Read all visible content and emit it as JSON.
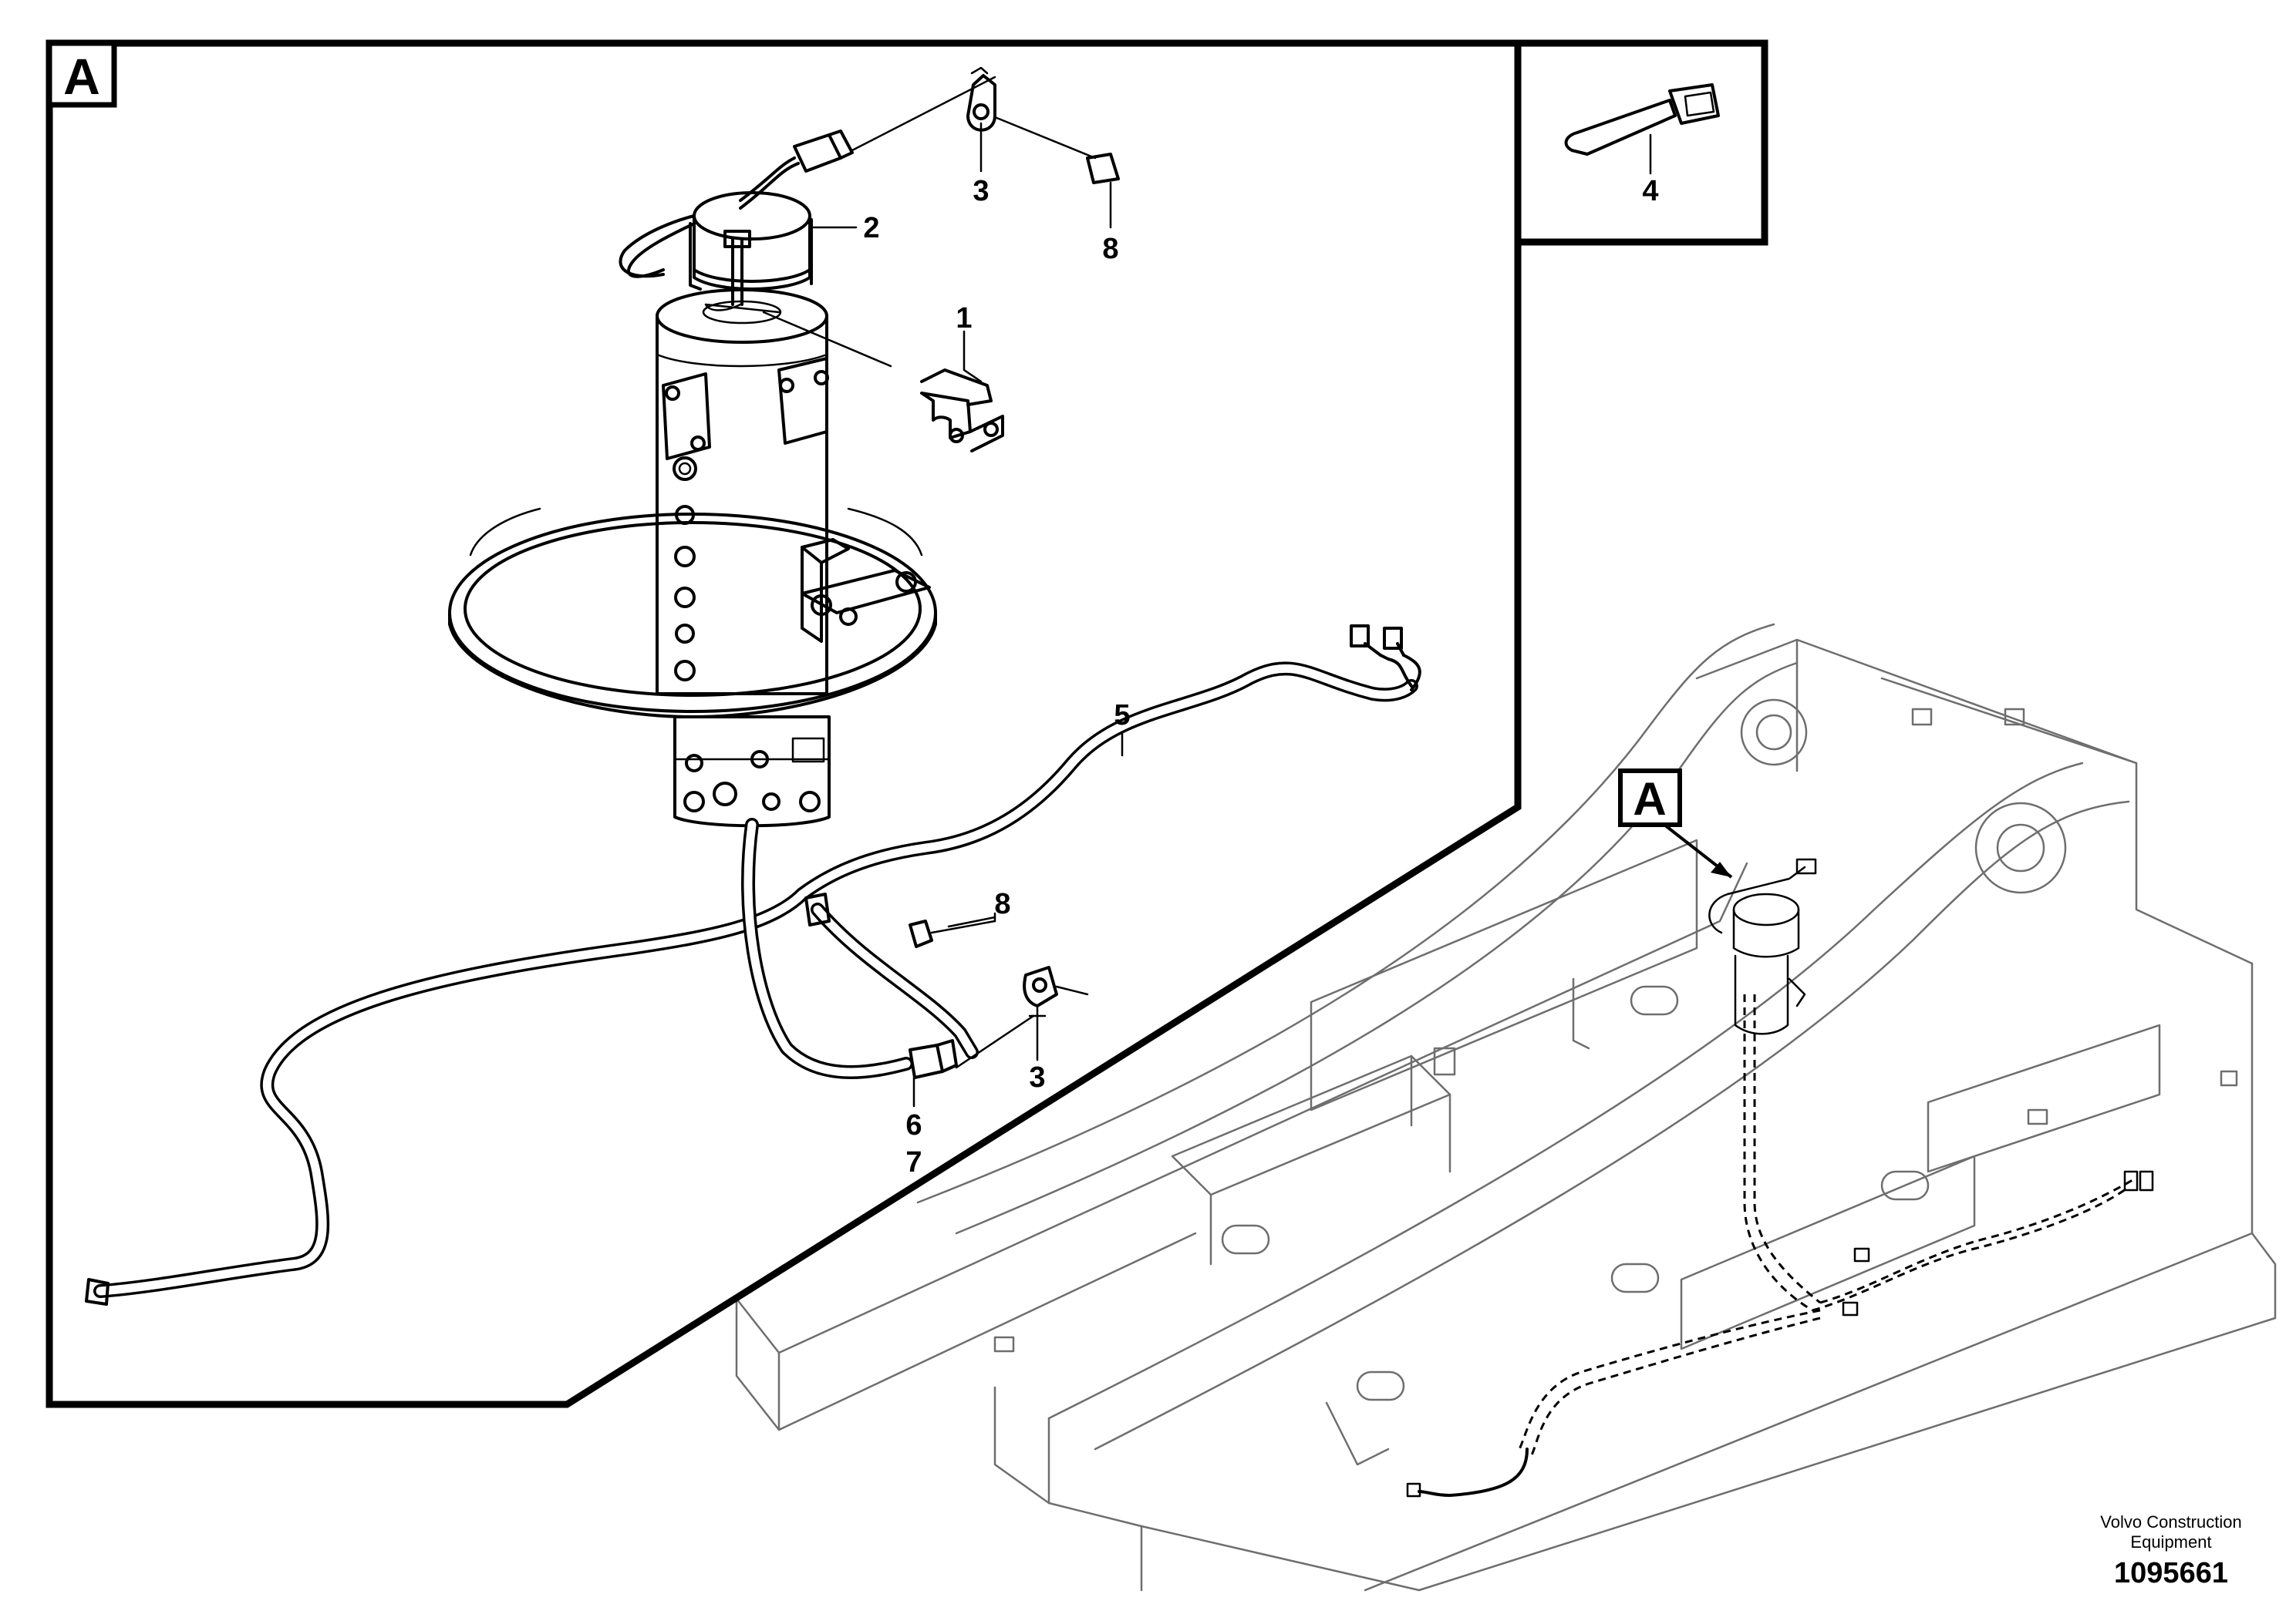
{
  "detail_callout": {
    "letter": "A"
  },
  "frame_callout": {
    "letter": "A"
  },
  "part_labels": {
    "p1": "1",
    "p2": "2",
    "p3_top": "3",
    "p3_bottom": "3",
    "p4": "4",
    "p5": "5",
    "p6": "6",
    "p7": "7",
    "p8_top": "8",
    "p8_bottom": "8"
  },
  "footer": {
    "brand_line1": "Volvo Construction",
    "brand_line2": "Equipment",
    "drawing_number": "1095661"
  }
}
